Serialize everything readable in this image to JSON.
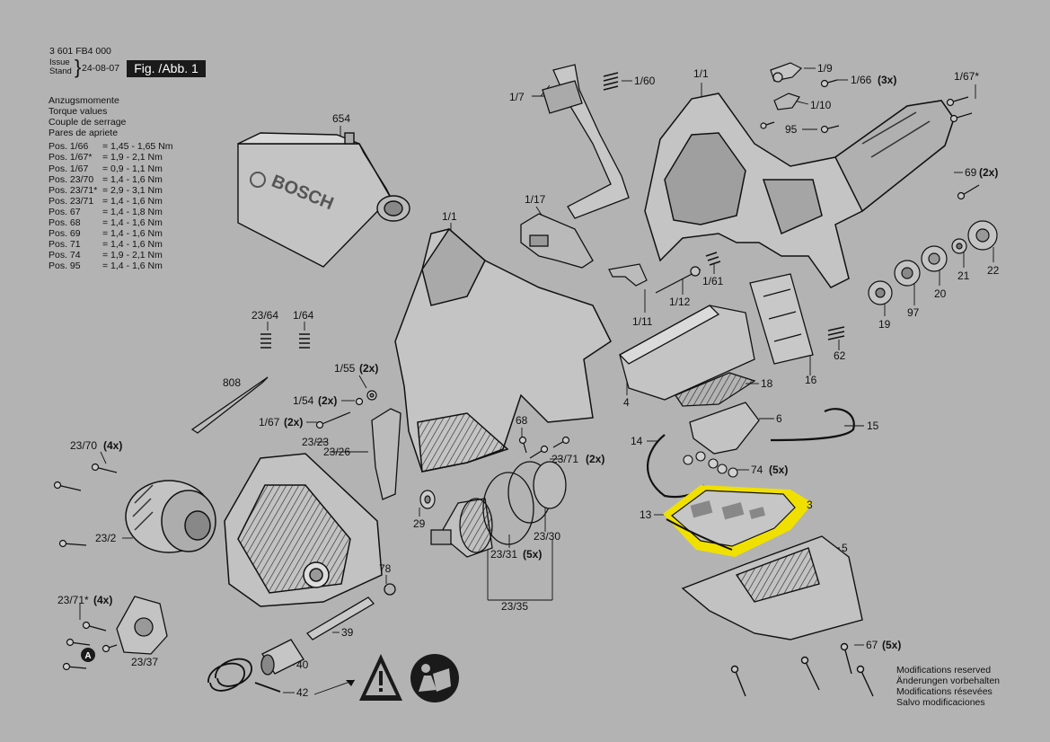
{
  "header": {
    "doc_number": "3 601 FB4 000",
    "issue_label": "Issue",
    "stand_label": "Stand",
    "date": "24-08-07",
    "figure": "Fig. /Abb. 1"
  },
  "torque": {
    "headings": [
      "Anzugsmomente",
      "Torque values",
      "Couple de serrage",
      "Pares de apriete"
    ],
    "rows": [
      {
        "pos": "Pos. 1/66",
        "value": "= 1,45 - 1,65 Nm"
      },
      {
        "pos": "Pos. 1/67*",
        "value": "= 1,9 - 2,1 Nm"
      },
      {
        "pos": "Pos. 1/67",
        "value": "= 0,9 - 1,1 Nm"
      },
      {
        "pos": "Pos. 23/70",
        "value": "= 1,4 - 1,6 Nm"
      },
      {
        "pos": "Pos. 23/71*",
        "value": "= 2,9 - 3,1 Nm"
      },
      {
        "pos": "Pos. 23/71",
        "value": "= 1,4 - 1,6 Nm"
      },
      {
        "pos": "Pos. 67",
        "value": "= 1,4 - 1,8 Nm"
      },
      {
        "pos": "Pos. 68",
        "value": "= 1,4 - 1,6 Nm"
      },
      {
        "pos": "Pos. 69",
        "value": "= 1,4 - 1,6 Nm"
      },
      {
        "pos": "Pos. 71",
        "value": "= 1,4 - 1,6 Nm"
      },
      {
        "pos": "Pos. 74",
        "value": "= 1,9 - 2,1 Nm"
      },
      {
        "pos": "Pos. 95",
        "value": "= 1,4 - 1,6 Nm"
      }
    ]
  },
  "brand": "BOSCH",
  "warning_icon": "warning-triangle-icon",
  "manual_icon": "read-manual-icon",
  "highlight_color": "#f0e000",
  "parts": {
    "p654": "654",
    "p1_7": "1/7",
    "p1_60": "1/60",
    "p1_1a": "1/1",
    "p1_9": "1/9",
    "p1_66": "1/66",
    "p1_66q": "(3x)",
    "p1_67s": "1/67*",
    "p1_10": "1/10",
    "p95": "95",
    "p69": "69",
    "p69q": "(2x)",
    "p1_17": "1/17",
    "p1_1b": "1/1",
    "p22": "22",
    "p21": "21",
    "p20": "20",
    "p97": "97",
    "p19": "19",
    "p1_61": "1/61",
    "p1_12": "1/12",
    "p1_11": "1/11",
    "p23_64": "23/64",
    "p1_64": "1/64",
    "p1_55": "1/55",
    "p1_55q": "(2x)",
    "p808": "808",
    "p1_54": "1/54",
    "p1_54q": "(2x)",
    "p1_67": "1/67",
    "p1_67q": "(2x)",
    "p23_23": "23/23",
    "p23_26": "23/26",
    "p68": "68",
    "p4": "4",
    "p18": "18",
    "p16": "16",
    "p62": "62",
    "p6": "6",
    "p15": "15",
    "p14": "14",
    "p74": "74",
    "p74q": "(5x)",
    "p3": "3",
    "p13": "13",
    "p5": "5",
    "p23_70": "23/70",
    "p23_70q": "(4x)",
    "p23_71": "23/71",
    "p23_71q": "(2x)",
    "p29": "29",
    "p23_30": "23/30",
    "p23_31": "23/31",
    "p23_31q": "(5x)",
    "p23_35": "23/35",
    "p23_2": "23/2",
    "p78": "78",
    "p39": "39",
    "p40": "40",
    "p42": "42",
    "p23_71s": "23/71*",
    "p23_71sq": "(4x)",
    "p23_37": "23/37",
    "pA": "A",
    "p67": "67",
    "p67q": "(5x)"
  },
  "modifications": [
    "Modifications reserved",
    "Änderungen vorbehalten",
    "Modifications résevées",
    "Salvo modificaciones"
  ]
}
